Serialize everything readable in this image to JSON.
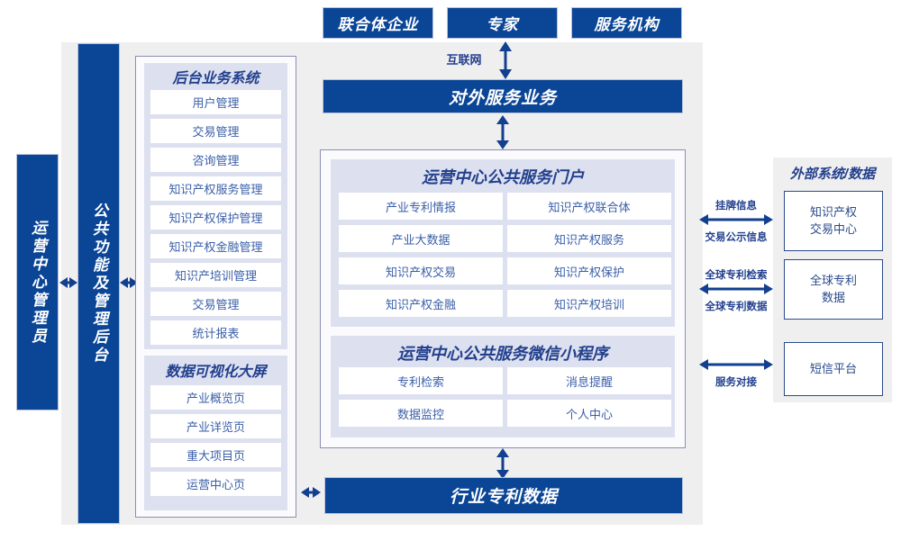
{
  "colors": {
    "brand_blue": "#0a4596",
    "arrow_blue": "#123f8f",
    "panel_gray": "#efefef",
    "panel_lavender": "#dde1ef",
    "frame_border": "#8b8fb5",
    "text_blue": "#3a5fa8",
    "title_blue": "#23408e",
    "ext_border": "#2a4a8b"
  },
  "top_actors": [
    {
      "label": "联合体企业"
    },
    {
      "label": "专家"
    },
    {
      "label": "服务机构"
    }
  ],
  "internet_label": "互联网",
  "external_service": {
    "label": "对外服务业务"
  },
  "left_roles": [
    {
      "label": "运营中心管理员"
    },
    {
      "label": "公共功能及管理后台"
    }
  ],
  "backend_system": {
    "title": "后台业务系统",
    "items": [
      {
        "label": "用户管理"
      },
      {
        "label": "交易管理"
      },
      {
        "label": "咨询管理"
      },
      {
        "label": "知识产权服务管理"
      },
      {
        "label": "知识产权保护管理"
      },
      {
        "label": "知识产权金融管理"
      },
      {
        "label": "知识产培训管理"
      },
      {
        "label": "交易管理"
      },
      {
        "label": "统计报表"
      }
    ]
  },
  "visualization": {
    "title": "数据可视化大屏",
    "items": [
      {
        "label": "产业概览页"
      },
      {
        "label": "产业详览页"
      },
      {
        "label": "重大项目页"
      },
      {
        "label": "运营中心页"
      }
    ]
  },
  "portal": {
    "title": "运营中心公共服务门户",
    "items": [
      {
        "label": "产业专利情报"
      },
      {
        "label": "知识产权联合体"
      },
      {
        "label": "产业大数据"
      },
      {
        "label": "知识产权服务"
      },
      {
        "label": "知识产权交易"
      },
      {
        "label": "知识产权保护"
      },
      {
        "label": "知识产权金融"
      },
      {
        "label": "知识产权培训"
      }
    ]
  },
  "miniprogram": {
    "title": "运营中心公共服务微信小程序",
    "items": [
      {
        "label": "专利检索"
      },
      {
        "label": "消息提醒"
      },
      {
        "label": "数据监控"
      },
      {
        "label": "个人中心"
      }
    ]
  },
  "bottom_bar": {
    "label": "行业专利数据"
  },
  "external": {
    "title": "外部系统/数据",
    "items": [
      {
        "label": "知识产权\n交易中心",
        "line1": "知识产权",
        "line2": "交易中心"
      },
      {
        "label": "全球专利\n数据",
        "line1": "全球专利",
        "line2": "数据"
      },
      {
        "label": "短信平台",
        "line1": "短信平台",
        "line2": ""
      }
    ],
    "connectors": [
      {
        "above": "挂牌信息",
        "below": "交易公示信息"
      },
      {
        "above": "全球专利检索",
        "below": "全球专利数据"
      },
      {
        "above": "",
        "below": "服务对接"
      }
    ]
  }
}
